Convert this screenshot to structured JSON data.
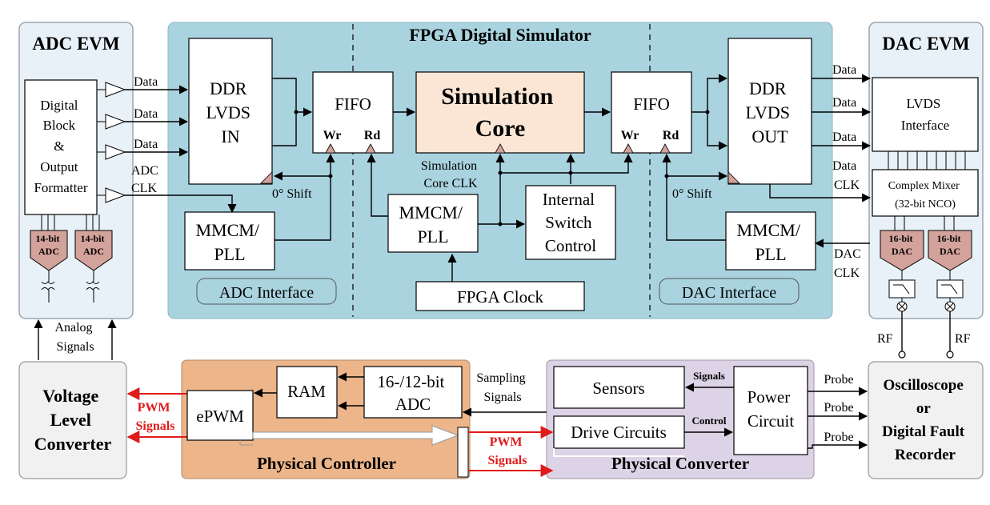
{
  "colors": {
    "fpga_panel": "#a9d3df",
    "evm_panel": "#e8f1f8",
    "controller_panel": "#ecb58a",
    "converter_panel": "#dcd3e6",
    "core_fill": "#fbe6d5",
    "adc_dac_chip": "#d3a29b",
    "pwm_red": "#e01b1b",
    "box_gray": "#f1f1f1"
  },
  "adc_evm": {
    "title": "ADC EVM",
    "digital_block": [
      "Digital",
      "Block",
      "&",
      "Output",
      "Formatter"
    ],
    "adc_chip_label": [
      "14-bit",
      "ADC"
    ],
    "out_labels": [
      "Data",
      "Data",
      "Data"
    ],
    "clk_label": [
      "ADC",
      "CLK"
    ]
  },
  "fpga": {
    "title": "FPGA Digital Simulator",
    "ddr_in": [
      "DDR",
      "LVDS",
      "IN"
    ],
    "fifo": "FIFO",
    "wr": "Wr",
    "rd": "Rd",
    "core": [
      "Simulation",
      "Core"
    ],
    "ddr_out": [
      "DDR",
      "LVDS",
      "OUT"
    ],
    "shift": "0° Shift",
    "mmcm": [
      "MMCM/",
      "PLL"
    ],
    "sim_clk": [
      "Simulation",
      "Core CLK"
    ],
    "switch_control": [
      "Internal",
      "Switch",
      "Control"
    ],
    "fpga_clock": "FPGA Clock",
    "adc_interface": "ADC Interface",
    "dac_interface": "DAC Interface"
  },
  "dac_evm": {
    "title": "DAC EVM",
    "lvds": [
      "LVDS",
      "Interface"
    ],
    "mixer": [
      "Complex Mixer",
      "(32-bit NCO)"
    ],
    "dac_chip_label": [
      "16-bit",
      "DAC"
    ],
    "in_labels": [
      "Data",
      "Data",
      "Data",
      "Data"
    ],
    "clk_in": "CLK",
    "dac_clk": [
      "DAC",
      "CLK"
    ],
    "rf": "RF"
  },
  "analog_signals": [
    "Analog",
    "Signals"
  ],
  "voltage_converter": [
    "Voltage",
    "Level",
    "Converter"
  ],
  "pwm_signals": [
    "PWM",
    "Signals"
  ],
  "controller": {
    "title": "Physical Controller",
    "epwm": "ePWM",
    "ram": "RAM",
    "adc": [
      "16-/12-bit",
      "ADC"
    ],
    "sampling": [
      "Sampling",
      "Signals"
    ]
  },
  "converter": {
    "title": "Physical Converter",
    "sensors": "Sensors",
    "drive": "Drive Circuits",
    "power": [
      "Power",
      "Circuit"
    ],
    "signals": "Signals",
    "control": "Control"
  },
  "probe": "Probe",
  "oscilloscope": [
    "Oscilloscope",
    "or",
    "Digital Fault",
    "Recorder"
  ]
}
